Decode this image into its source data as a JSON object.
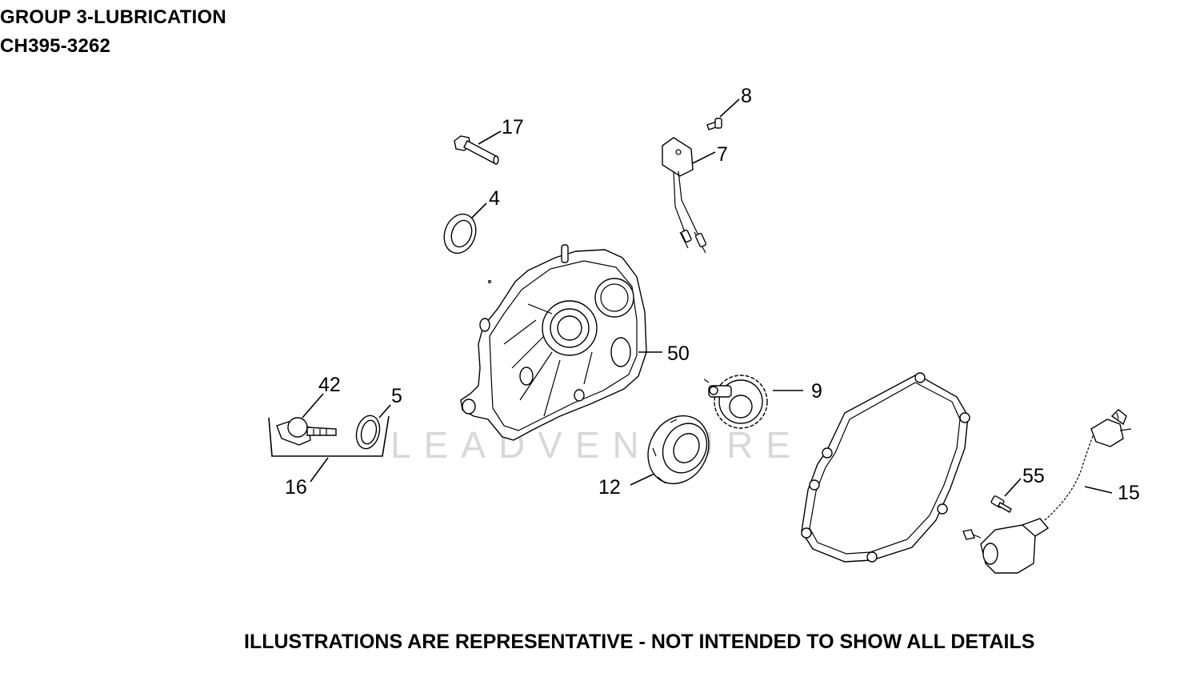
{
  "header": {
    "group_title": "GROUP 3-LUBRICATION",
    "model": "CH395-3262"
  },
  "footer": {
    "disclaimer": "ILLUSTRATIONS ARE REPRESENTATIVE - NOT INTENDED TO SHOW ALL DETAILS"
  },
  "watermark": "LEADVENTURE",
  "callouts": {
    "c17": "17",
    "c8": "8",
    "c7": "7",
    "c4": "4",
    "c50": "50",
    "c9": "9",
    "c42": "42",
    "c5": "5",
    "c16": "16",
    "c12": "12",
    "c55": "55",
    "c15": "15"
  },
  "parts": [
    {
      "ref": "17",
      "part": "screw"
    },
    {
      "ref": "8",
      "part": "screw"
    },
    {
      "ref": "7",
      "part": "oil-sentry-switch"
    },
    {
      "ref": "4",
      "part": "oil-seal"
    },
    {
      "ref": "50",
      "part": "closure-plate"
    },
    {
      "ref": "9",
      "part": "governor-gear"
    },
    {
      "ref": "42",
      "part": "oil-drain-plug"
    },
    {
      "ref": "5",
      "part": "o-ring"
    },
    {
      "ref": "16",
      "part": "drain-plug-kit"
    },
    {
      "ref": "12",
      "part": "ball-bearing"
    },
    {
      "ref": "55",
      "part": "screw"
    },
    {
      "ref": "15",
      "part": "oil-pressure-switch"
    }
  ]
}
